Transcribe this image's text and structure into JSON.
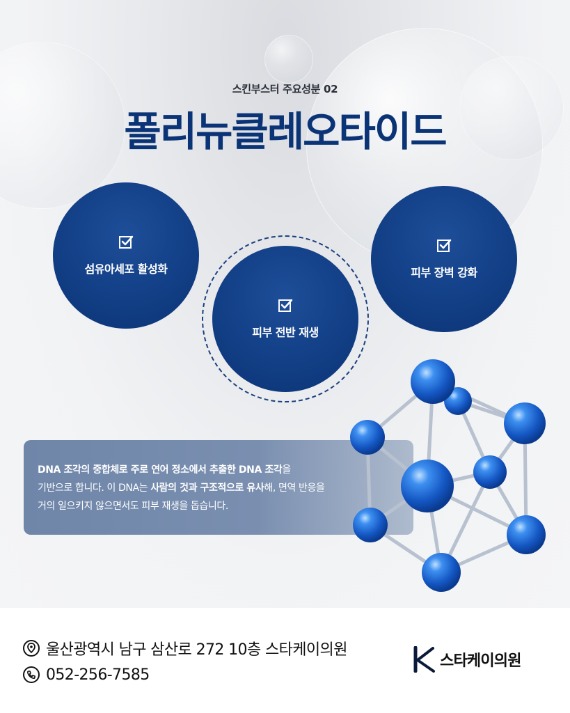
{
  "header": {
    "subtitle": "스킨부스터 주요성분 02",
    "title": "폴리뉴클레오타이드"
  },
  "features": [
    {
      "label": "섬유아세포 활성화",
      "icon": "checkbox-icon"
    },
    {
      "label": "피부 전반 재생",
      "icon": "checkbox-icon"
    },
    {
      "label": "피부 장벽 강화",
      "icon": "checkbox-icon"
    }
  ],
  "description": {
    "line1": "DNA 조각의 중합체로 주로 연어 정소에서 추출한 DNA 조각",
    "line1_tail": "을",
    "line2_a": "기반으로 합니다. 이 DNA는 ",
    "line2_b": "사람의 것과 구조적으로 유사",
    "line2_c": "해, 면역 반응을",
    "line3": "거의 일으키지 않으면서도 피부 재생을 돕습니다."
  },
  "footer": {
    "address": "울산광역시 남구 삼산로 272 10층 스타케이의원",
    "phone": "052-256-7585",
    "logo_letter": "K",
    "logo_text": "스타케이의원"
  },
  "colors": {
    "brand_navy": "#0b3477",
    "circle_blue": "#123f86",
    "desc_box": "#7a8fb0",
    "sphere_blue": "#1a6fd6"
  }
}
